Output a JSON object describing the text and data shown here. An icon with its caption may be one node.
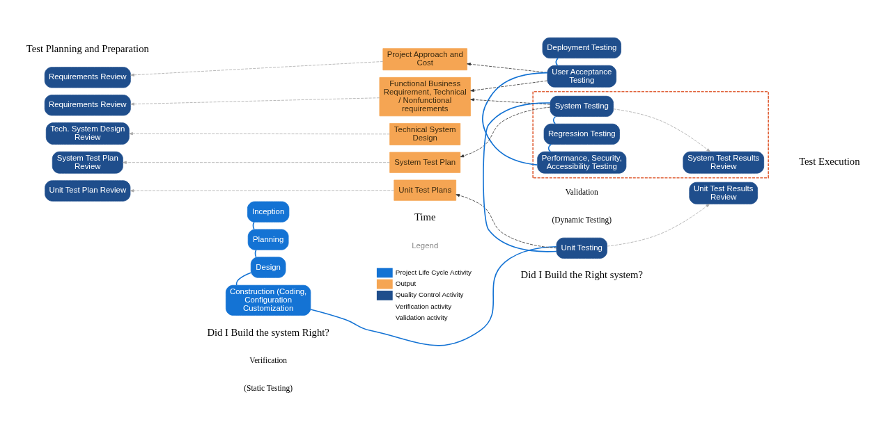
{
  "diagram": {
    "nodes": [
      {
        "text": [
          "Requirements Review"
        ]
      },
      {
        "text": [
          "Requirements Review"
        ]
      },
      {
        "text": [
          "Tech. System Design Review"
        ]
      },
      {
        "text": [
          "System Test Plan Review"
        ]
      },
      {
        "text": [
          "Unit Test Plan Review"
        ]
      },
      {
        "text": [
          "Inception"
        ]
      },
      {
        "text": [
          "Planning"
        ]
      },
      {
        "text": [
          "Design"
        ]
      },
      {
        "text": [
          "Construction (Coding, Configuration Customization"
        ]
      },
      {
        "text": [
          "Project Approach and Cost"
        ]
      },
      {
        "text": [
          "Functional Business Requirement, Technical / Nonfunctional requirements"
        ]
      },
      {
        "text": [
          "Technical System Design"
        ]
      },
      {
        "text": [
          "System Test Plan"
        ]
      },
      {
        "text": [
          "Unit Test Plans"
        ]
      },
      {
        "text": [
          "Deployment Testing"
        ]
      },
      {
        "text": [
          "User Acceptance Testing"
        ]
      },
      {
        "text": [],
        "shape": "box"
      },
      {
        "text": [
          "Performance, Security, Accessibility Testing"
        ],
        "in": 16
      },
      {
        "text": [
          "Regression Testing"
        ],
        "in": 16
      },
      {
        "text": [
          "System Testing"
        ],
        "in": 16
      },
      {
        "text": [
          "System Test Results Review"
        ],
        "in": 16
      },
      {
        "text": [
          "Unit Testing"
        ]
      },
      {
        "text": [
          "Unit Test Results Review"
        ]
      }
    ],
    "edges": [
      {
        "from": 5,
        "to": 6,
        "arrow": "none"
      },
      {
        "from": 6,
        "to": 7,
        "arrow": "none"
      },
      {
        "from": 7,
        "to": 8,
        "arrow": "none"
      },
      {
        "from": 8,
        "to": 21,
        "arrow": "none"
      },
      {
        "from": 21,
        "to": 19,
        "arrow": "none"
      },
      {
        "from": 19,
        "to": 18,
        "arrow": "none"
      },
      {
        "from": 18,
        "to": 17,
        "arrow": "none"
      },
      {
        "from": 17,
        "to": 15,
        "arrow": "none"
      },
      {
        "from": 15,
        "to": 14,
        "arrow": "none"
      },
      {
        "from": 9,
        "to": 0,
        "arrow": "to",
        "style": "dashed",
        "color": "#aaaaaa"
      },
      {
        "from": 10,
        "to": 1,
        "arrow": "to",
        "style": "dashed",
        "color": "#aaaaaa"
      },
      {
        "from": 11,
        "to": 2,
        "arrow": "to",
        "style": "dashed",
        "color": "#aaaaaa"
      },
      {
        "from": 12,
        "to": 3,
        "arrow": "to",
        "style": "dashed",
        "color": "#aaaaaa"
      },
      {
        "from": 13,
        "to": 4,
        "arrow": "to",
        "style": "dashed",
        "color": "#aaaaaa"
      },
      {
        "from": 15,
        "to": 9,
        "arrow": "to",
        "style": "dashed",
        "color": "#333333"
      },
      {
        "from": 15,
        "to": 10,
        "arrow": "to",
        "style": "dashed",
        "color": "#333333"
      },
      {
        "from": 19,
        "to": 10,
        "arrow": "to",
        "style": "dashed",
        "color": "#333333"
      },
      {
        "from": 19,
        "to": 12,
        "arrow": "to",
        "style": "dashed",
        "color": "#333333"
      },
      {
        "from": 21,
        "to": 13,
        "arrow": "to",
        "style": "dashed",
        "color": "#333333"
      },
      {
        "from": 19,
        "to": 20,
        "arrow": "to",
        "style": "dashed",
        "color": "#aaaaaa"
      },
      {
        "from": 21,
        "to": 22,
        "arrow": "to",
        "style": "dashed",
        "color": "#aaaaaa"
      }
    ],
    "labels": [
      "Test Planning and Preparation",
      "Test Execution",
      "Did I Build the system Right?",
      "Verification",
      "(Static Testing)",
      "Did I Build the Right system?",
      "Validation",
      "(Dynamic Testing)",
      "Time",
      "Legend"
    ],
    "legend": [
      {
        "text": "Project Life Cycle Activity",
        "color": "#1473d4"
      },
      {
        "text": "Output",
        "color": "#f5a553"
      },
      {
        "text": "Quality Control Activity",
        "color": "#1f4e8c"
      },
      {
        "text": "Verification activity"
      },
      {
        "text": "Validation activity"
      }
    ]
  }
}
